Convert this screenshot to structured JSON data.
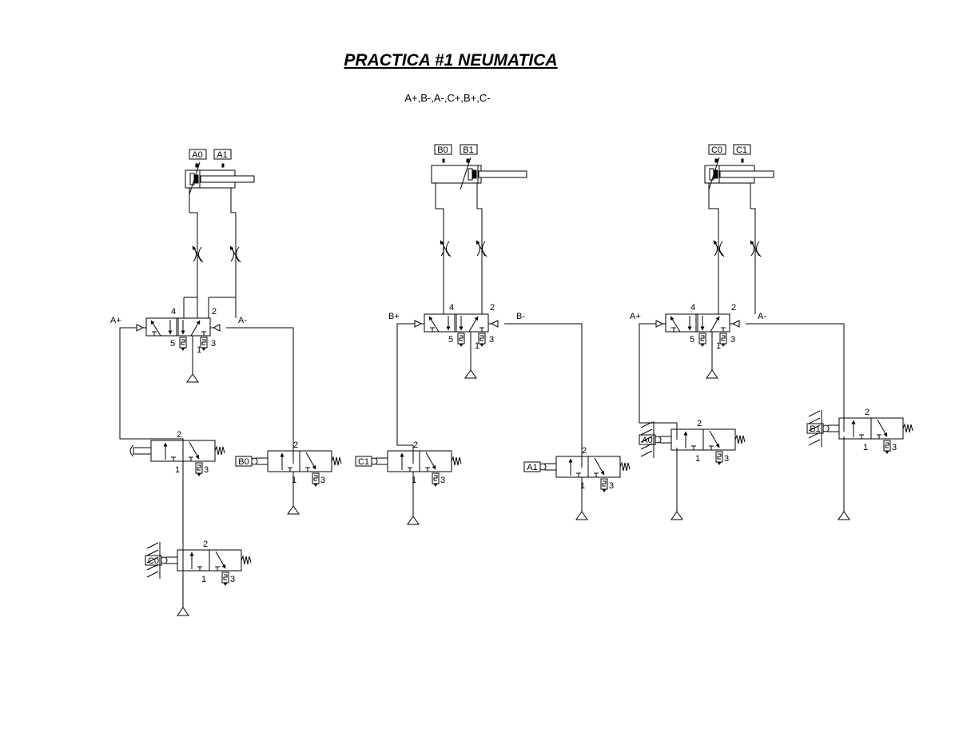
{
  "title": "PRACTICA #1 NEUMATICA",
  "sequence": "A+,B-,A-,C+,B+,C-",
  "colors": {
    "line": "#000000",
    "background": "#ffffff"
  },
  "cylinders": [
    {
      "id": "A",
      "sensor_labels": [
        "A0",
        "A1"
      ],
      "piston_position": "retracted"
    },
    {
      "id": "B",
      "sensor_labels": [
        "B0",
        "B1"
      ],
      "piston_position": "extended"
    },
    {
      "id": "C",
      "sensor_labels": [
        "C0",
        "C1"
      ],
      "piston_position": "retracted"
    }
  ],
  "main_valves": [
    {
      "cylinder": "A",
      "type": "5/2",
      "left_pilot": "A+",
      "right_pilot": "A-",
      "ports": [
        "4",
        "2",
        "5",
        "1",
        "3"
      ]
    },
    {
      "cylinder": "B",
      "type": "5/2",
      "left_pilot": "B+",
      "right_pilot": "B-",
      "ports": [
        "4",
        "2",
        "5",
        "1",
        "3"
      ]
    },
    {
      "cylinder": "C",
      "type": "5/2",
      "left_pilot": "A+",
      "right_pilot": "A-",
      "ports": [
        "4",
        "2",
        "5",
        "1",
        "3"
      ]
    }
  ],
  "signal_valves": [
    {
      "name": "start-pushbutton",
      "actuator": "pushbutton",
      "label": "",
      "ports": [
        "2",
        "1",
        "3"
      ]
    },
    {
      "name": "limit-valve-b0",
      "actuator": "roller",
      "label": "B0",
      "ports": [
        "2",
        "1",
        "3"
      ]
    },
    {
      "name": "limit-valve-c0",
      "actuator": "roller-fixed",
      "label": "C0",
      "ports": [
        "2",
        "1",
        "3"
      ]
    },
    {
      "name": "limit-valve-c1",
      "actuator": "roller",
      "label": "C1",
      "ports": [
        "2",
        "1",
        "3"
      ]
    },
    {
      "name": "limit-valve-a1",
      "actuator": "roller",
      "label": "A1",
      "ports": [
        "2",
        "1",
        "3"
      ]
    },
    {
      "name": "limit-valve-a0",
      "actuator": "roller-fixed",
      "label": "A0",
      "ports": [
        "2",
        "1",
        "3"
      ]
    },
    {
      "name": "limit-valve-b1",
      "actuator": "roller-fixed",
      "label": "B1",
      "ports": [
        "2",
        "1",
        "3"
      ]
    }
  ]
}
